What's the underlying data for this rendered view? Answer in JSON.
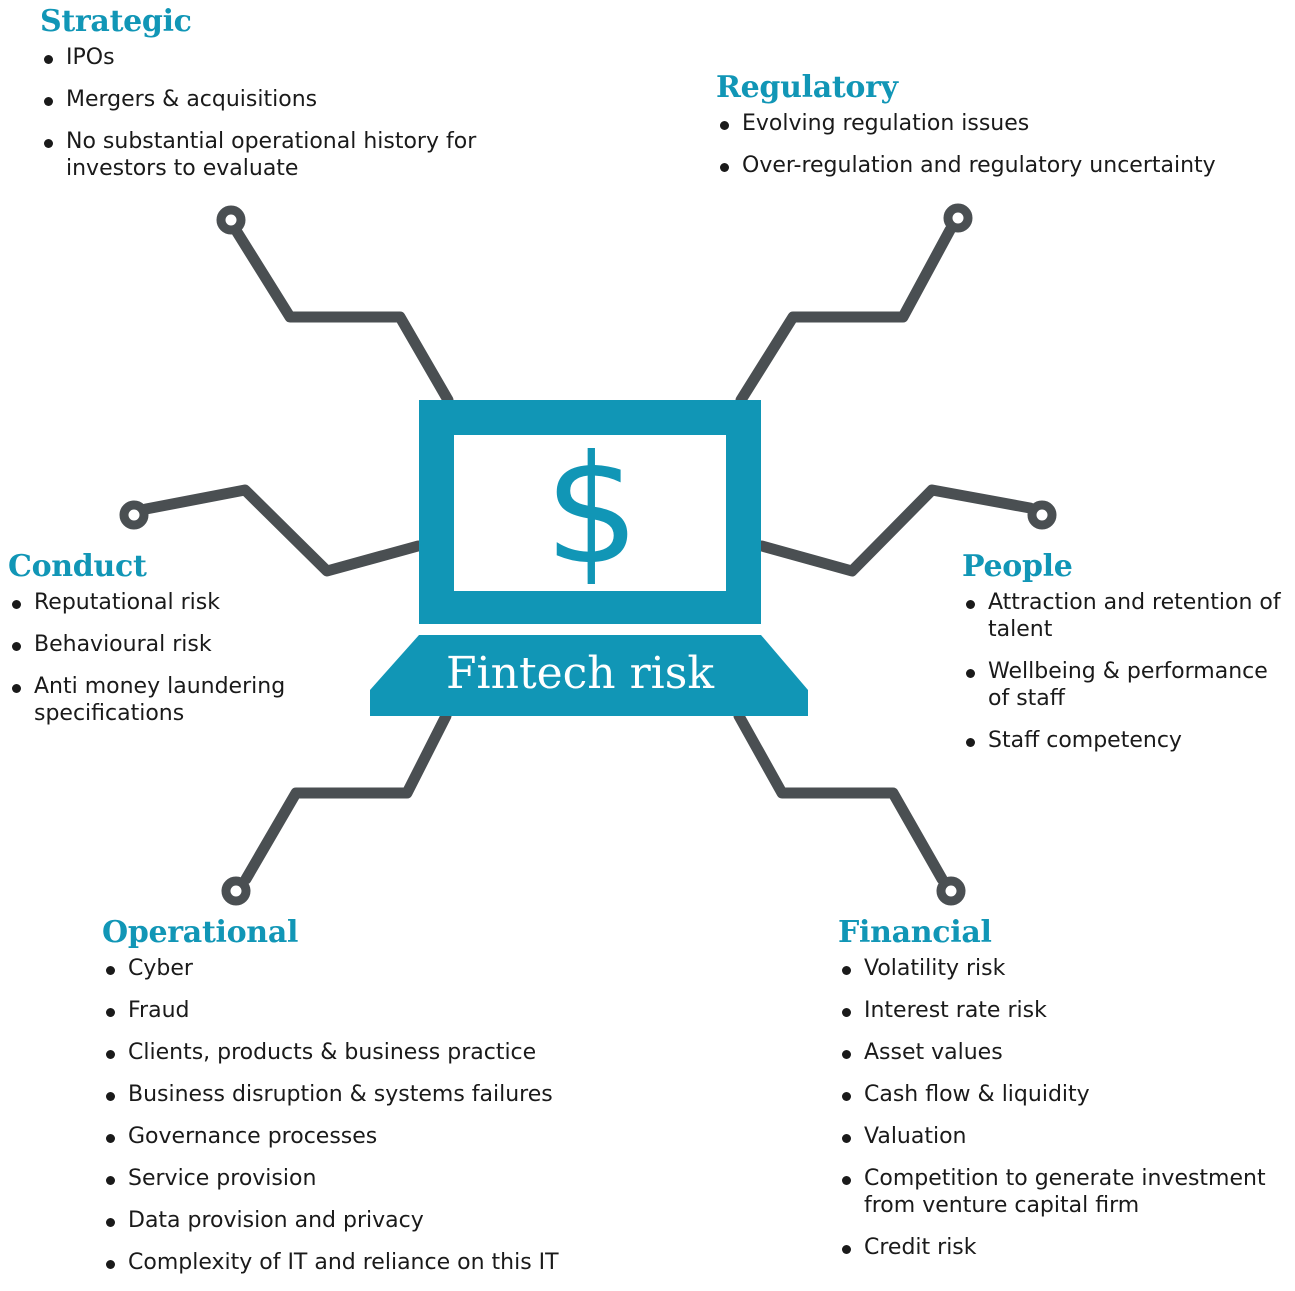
{
  "colors": {
    "accent": "#1196b6",
    "line": "#4a4f52",
    "text": "#1a1a1a",
    "background": "#ffffff"
  },
  "center": {
    "label": "Fintech risk",
    "symbol": "$",
    "icon": "laptop-icon"
  },
  "categories": {
    "strategic": {
      "title": "Strategic",
      "items": [
        "IPOs",
        "Mergers & acquisitions",
        "No substantial operational history for investors to evaluate"
      ]
    },
    "regulatory": {
      "title": "Regulatory",
      "items": [
        "Evolving regulation issues",
        "Over-regulation and regulatory uncertainty"
      ]
    },
    "conduct": {
      "title": "Conduct",
      "items": [
        "Reputational risk",
        "Behavioural risk",
        "Anti money laundering specifications"
      ]
    },
    "people": {
      "title": "People",
      "items": [
        "Attraction and retention of talent",
        "Wellbeing & performance of staff",
        "Staff competency"
      ]
    },
    "operational": {
      "title": "Operational",
      "items": [
        "Cyber",
        "Fraud",
        "Clients, products & business practice",
        "Business disruption & systems failures",
        "Governance processes",
        "Service provision",
        "Data provision and privacy",
        "Complexity of IT and reliance on this IT"
      ]
    },
    "financial": {
      "title": "Financial",
      "items": [
        "Volatility risk",
        "Interest rate risk",
        "Asset values",
        "Cash flow & liquidity",
        "Valuation",
        "Competition to generate investment from venture capital firm",
        "Credit risk"
      ]
    }
  }
}
